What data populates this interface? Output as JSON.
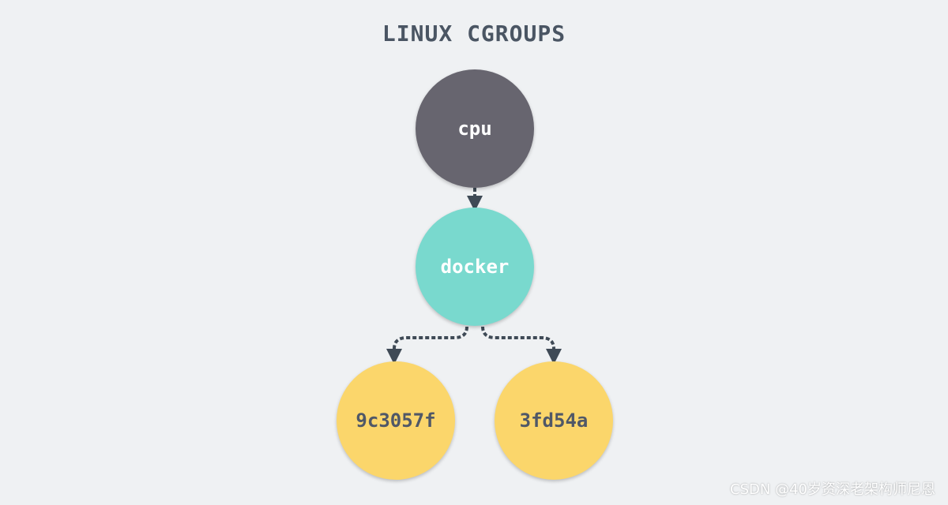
{
  "title": "LINUX CGROUPS",
  "nodes": {
    "root": "cpu",
    "mid": "docker",
    "leaf1": "9c3057f",
    "leaf2": "3fd54a"
  },
  "colors": {
    "background": "#eff1f3",
    "root": "#67656f",
    "mid": "#79d9ce",
    "leaf": "#fbd66b",
    "edge": "#3f4a56"
  },
  "watermark": "CSDN @40岁资深老架构师尼恩"
}
